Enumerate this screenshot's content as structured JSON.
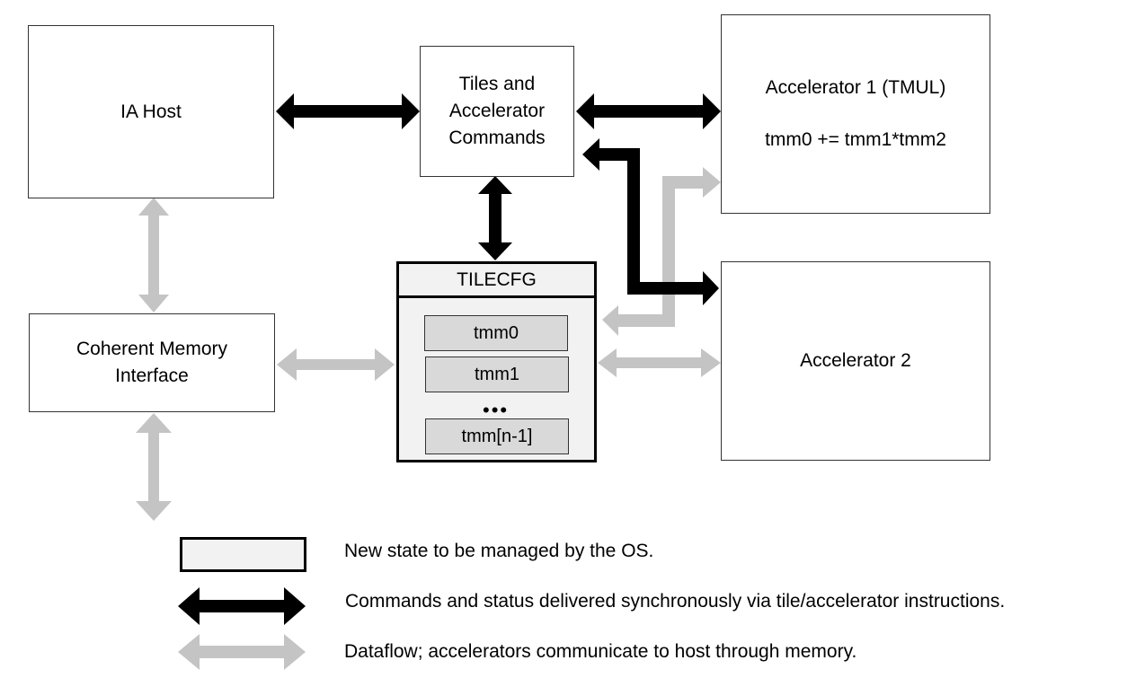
{
  "boxes": {
    "ia_host": "IA Host",
    "tiles_line1": "Tiles and",
    "tiles_line2": "Accelerator",
    "tiles_line3": "Commands",
    "accel1_title": "Accelerator 1 (TMUL)",
    "accel1_formula": "tmm0 += tmm1*tmm2",
    "coherent_line1": "Coherent Memory",
    "coherent_line2": "Interface",
    "accel2": "Accelerator 2"
  },
  "tilecfg": {
    "title": "TILECFG",
    "registers": [
      "tmm0",
      "tmm1",
      "tmm[n-1]"
    ],
    "ellipsis": "•••"
  },
  "legend": {
    "new_state": "New state to be managed by the OS.",
    "commands": "Commands and status delivered synchronously via tile/accelerator instructions.",
    "dataflow": "Dataflow; accelerators communicate to host through memory."
  },
  "colors": {
    "command_arrow": "#000000",
    "dataflow_arrow": "#c4c4c4",
    "new_state_fill": "#f2f2f2",
    "register_fill": "#d9d9d9"
  }
}
